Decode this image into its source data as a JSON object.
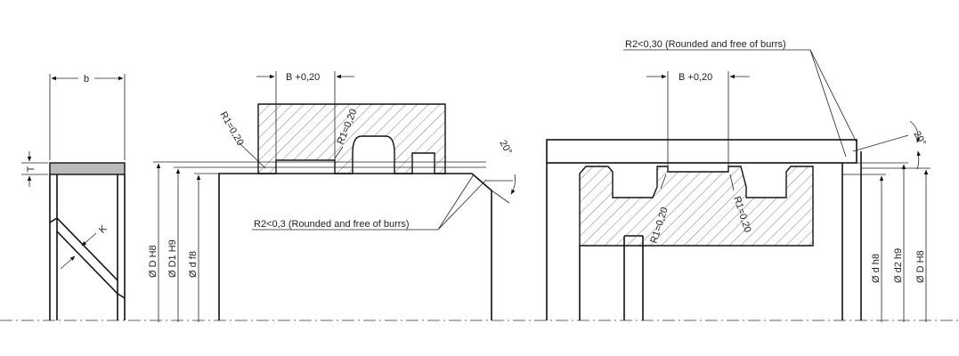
{
  "labels": {
    "b": "b",
    "T": "T",
    "K": "K",
    "dia_D_H8_left": "Ø D H8",
    "dia_D1_H9": "Ø D1 H9",
    "dia_d_f8": "Ø d f8",
    "B_tol_left": "B +0,20",
    "R1_left_a": "R1=0,20",
    "R1_left_b": "R1=0,20",
    "angle_left": "20°",
    "R2_note_left": "R2<0,3 (Rounded and free of burrs)",
    "R2_note_right": "R2<0,30 (Rounded and free of burrs)",
    "B_tol_right": "B +0,20",
    "R1_right_a": "R1=0,20",
    "R1_right_b": "R1=0,20",
    "angle_right": "20°",
    "dia_d_h8": "Ø d  h8",
    "dia_d2_h9": "Ø d2 h9",
    "dia_D_H8_right": "Ø D H8"
  },
  "colors": {
    "line": "#111111",
    "hatch": "#444444",
    "seal_face": "#bbbbbb",
    "background": "#ffffff"
  }
}
